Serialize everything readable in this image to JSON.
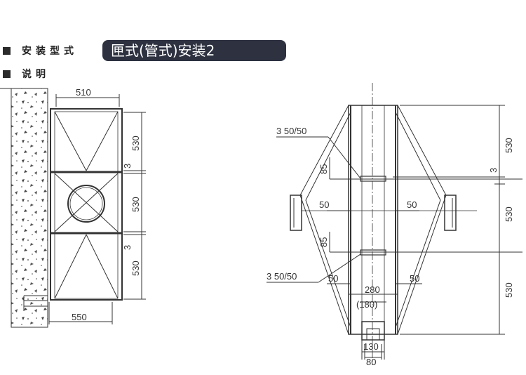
{
  "header": {
    "install_type_label": "安装型式",
    "install_type_value": "匣式(管式)安装2",
    "notes_label": "说明"
  },
  "left_view": {
    "top_width": "510",
    "bottom_width": "550",
    "dims": [
      "530",
      "3",
      "530",
      "3",
      "530"
    ]
  },
  "right_view": {
    "label_top": "3 50/50",
    "label_bottom": "3 50/50",
    "dim_85_top": "85",
    "dim_85_bottom": "85",
    "dim_50_left_top": "50",
    "dim_50_right_top": "50",
    "dim_50_left_bottom": "50",
    "dim_50_right_bottom": "50",
    "width_280": "280",
    "width_180": "(180)",
    "base_130": "130",
    "base_80": "80",
    "right_dims": [
      "530",
      "3",
      "530",
      "530"
    ]
  }
}
